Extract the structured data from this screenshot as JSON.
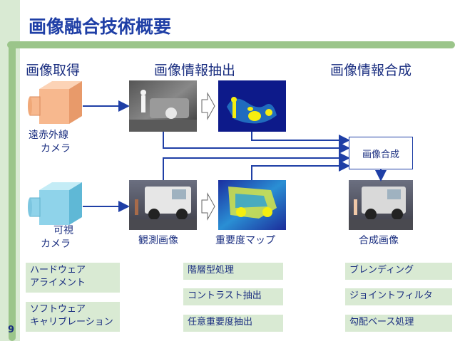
{
  "slide": {
    "title": "画像融合技術概要",
    "page_number": "9"
  },
  "columns": {
    "acquire": "画像取得",
    "extract": "画像情報抽出",
    "compose": "画像情報合成"
  },
  "cameras": {
    "ir_label_line1": "遠赤外線",
    "ir_label_line2": "カメラ",
    "visible_label_line1": "可視",
    "visible_label_line2": "カメラ"
  },
  "images": {
    "observed": "観測画像",
    "importance_map": "重要度マップ",
    "composite": "合成画像"
  },
  "process_box": "画像合成",
  "tags": {
    "col1": [
      "ハードウェア\nアライメント",
      "ソフトウェア\nキャリブレーション"
    ],
    "col2": [
      "階層型処理",
      "コントラスト抽出",
      "任意重要度抽出"
    ],
    "col3": [
      "ブレンディング",
      "ジョイントフィルタ",
      "勾配ベース処理"
    ]
  },
  "colors": {
    "accent": "#1f3fa6",
    "tag_bg": "#d9ead3",
    "bar": "#9bc58a",
    "ir_camera": "#f7b88e",
    "visible_camera": "#8fd3ea"
  }
}
